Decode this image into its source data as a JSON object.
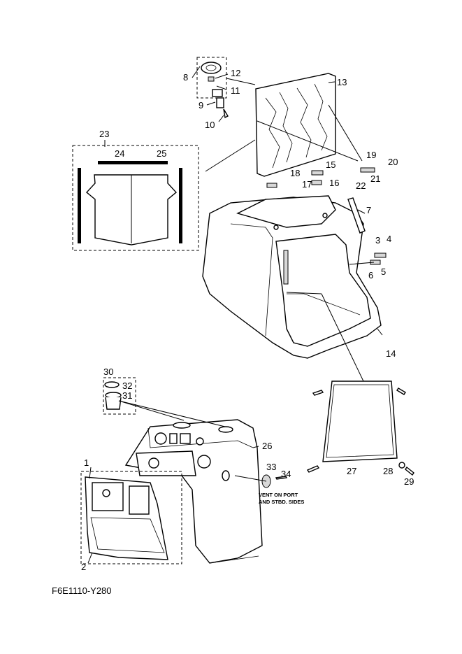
{
  "figure_id": "F6E1110-Y280",
  "vent_note": [
    "VENT ON PORT",
    "AND STBD. SIDES"
  ],
  "callouts": {
    "c1": "1",
    "c2": "2",
    "c3": "3",
    "c4": "4",
    "c5": "5",
    "c6": "6",
    "c7": "7",
    "c8": "8",
    "c9": "9",
    "c10": "10",
    "c11": "11",
    "c12": "12",
    "c13": "13",
    "c14": "14",
    "c15": "15",
    "c16": "16",
    "c17": "17",
    "c18": "18",
    "c19": "19",
    "c20": "20",
    "c21": "21",
    "c22": "22",
    "c23": "23",
    "c24": "24",
    "c25": "25",
    "c26": "26",
    "c27": "27",
    "c28": "28",
    "c29": "29",
    "c30": "30",
    "c31": "31",
    "c32": "32",
    "c33": "33",
    "c34": "34"
  }
}
